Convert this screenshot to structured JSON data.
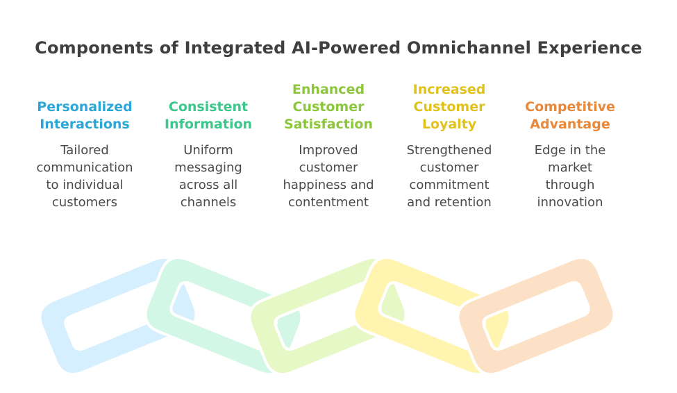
{
  "title": "Components of Integrated AI-Powered Omnichannel Experience",
  "components": [
    {
      "heading_lines": [
        "Personalized",
        "Interactions"
      ],
      "description_lines": [
        "Tailored",
        "communication",
        "to individual",
        "customers"
      ],
      "color": "#2aa7d6",
      "link_color": "#d6efff"
    },
    {
      "heading_lines": [
        "Consistent",
        "Information"
      ],
      "description_lines": [
        "Uniform",
        "messaging",
        "across all",
        "channels"
      ],
      "color": "#3cc78a",
      "link_color": "#d3f7e6"
    },
    {
      "heading_lines": [
        "Enhanced",
        "Customer",
        "Satisfaction"
      ],
      "description_lines": [
        "Improved",
        "customer",
        "happiness and",
        "contentment"
      ],
      "color": "#8cc63a",
      "link_color": "#e6f8c6"
    },
    {
      "heading_lines": [
        "Increased",
        "Customer",
        "Loyalty"
      ],
      "description_lines": [
        "Strengthened",
        "customer",
        "commitment",
        "and retention"
      ],
      "color": "#e0c21a",
      "link_color": "#fff4b0"
    },
    {
      "heading_lines": [
        "Competitive",
        "Advantage"
      ],
      "description_lines": [
        "Edge in the",
        "market",
        "through",
        "innovation"
      ],
      "color": "#e8883a",
      "link_color": "#fde1c6"
    }
  ]
}
